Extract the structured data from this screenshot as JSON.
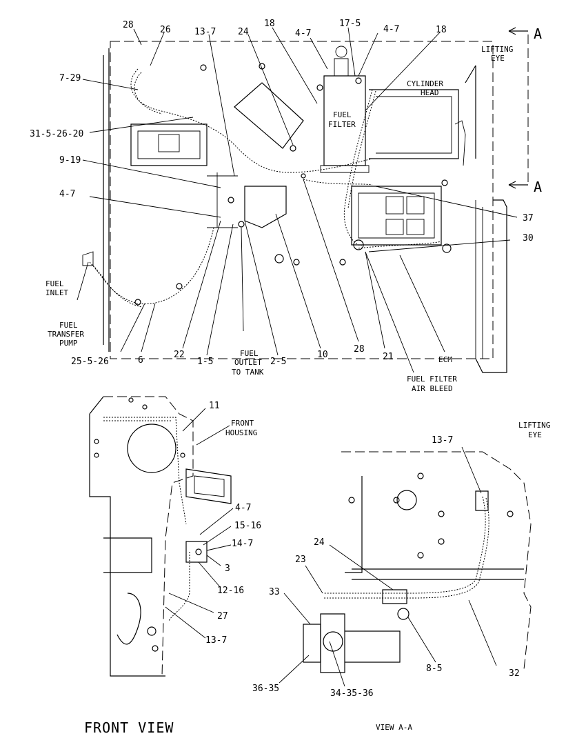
{
  "section_mark": "A",
  "labels": {
    "p28_top": "28",
    "p26_top": "26",
    "p13_7_top": "13-7",
    "p24_top": "24",
    "p18_top": "18",
    "p4_7_top": "4-7",
    "p17_5": "17-5",
    "p4_7_top2": "4-7",
    "p18_right": "18",
    "lifting_eye_1": "LIFTING",
    "lifting_eye_2": "EYE",
    "cyl_head_1": "CYLINDER",
    "cyl_head_2": "HEAD",
    "fuel_filter_1": "FUEL",
    "fuel_filter_2": "FILTER",
    "p7_29": "7-29",
    "p31_5_26_20": "31-5-26-20",
    "p9_19": "9-19",
    "p4_7_left": "4-7",
    "p37": "37",
    "p30": "30",
    "fuel_inlet_1": "FUEL",
    "fuel_inlet_2": "INLET",
    "transfer_pump_1": "FUEL",
    "transfer_pump_2": "TRANSFER",
    "transfer_pump_3": "PUMP",
    "p25_5_26": "25-5-26",
    "p6": "6",
    "p22": "22",
    "p1_5": "1-5",
    "fuel_outlet_1": "FUEL",
    "fuel_outlet_2": "OUTLET",
    "fuel_outlet_3": "TO TANK",
    "p2_5": "2-5",
    "p10": "10",
    "p28_bottom": "28",
    "p21": "21",
    "ecm": "ECM",
    "air_bleed_1": "FUEL FILTER",
    "air_bleed_2": "AIR BLEED",
    "p11": "11",
    "front_housing_1": "FRONT",
    "front_housing_2": "HOUSING",
    "p4_7_mid": "4-7",
    "p15_16": "15-16",
    "p14_7": "14-7",
    "p3": "3",
    "p12_16": "12-16",
    "p27": "27",
    "p13_7_mid": "13-7",
    "lifting_eye_b1": "LIFTING",
    "lifting_eye_b2": "EYE",
    "p13_7_right": "13-7",
    "p24_bottom": "24",
    "p23": "23",
    "p33": "33",
    "p32": "32",
    "p8_5": "8-5",
    "p36_35": "36-35",
    "p34_35_36": "34-35-36",
    "front_view": "FRONT VIEW",
    "view_aa": "VIEW A-A"
  }
}
